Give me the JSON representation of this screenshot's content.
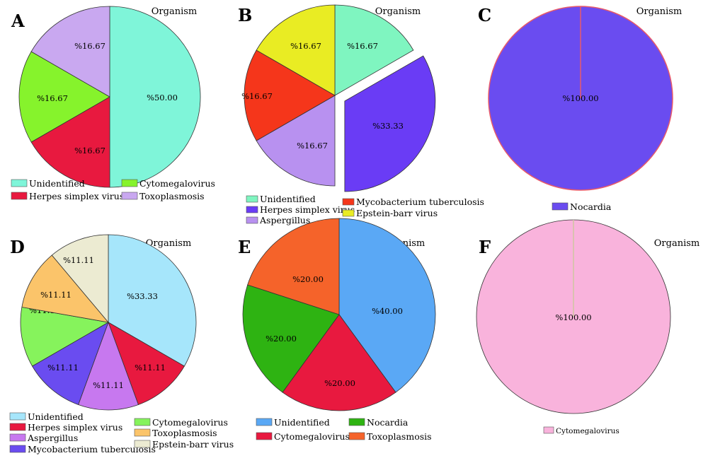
{
  "chart_data": [
    {
      "panel": "A",
      "type": "pie",
      "title": "Organism",
      "slices": [
        {
          "name": "Unidentified",
          "value": 50.0,
          "label": "%50.00",
          "color": "#7ff5d9"
        },
        {
          "name": "Herpes simplex virus",
          "value": 16.67,
          "label": "%16.67",
          "color": "#e8193f"
        },
        {
          "name": "Cytomegalovirus",
          "value": 16.67,
          "label": "%16.67",
          "color": "#86f32c"
        },
        {
          "name": "Toxoplasmosis",
          "value": 16.67,
          "label": "%16.67",
          "color": "#c9a8f0"
        }
      ],
      "legend": [
        "Unidentified",
        "Herpes simplex virus",
        "Cytomegalovirus",
        "Toxoplasmosis"
      ]
    },
    {
      "panel": "B",
      "type": "pie",
      "title": "Organism",
      "slices": [
        {
          "name": "Unidentified",
          "value": 16.67,
          "label": "%16.67",
          "color": "#7ff5c0"
        },
        {
          "name": "Herpes simplex virus",
          "value": 33.33,
          "label": "%33.33",
          "color": "#6a3cf5",
          "exploded": true
        },
        {
          "name": "Aspergillus",
          "value": 16.67,
          "label": "%16.67",
          "color": "#b891f0"
        },
        {
          "name": "Mycobacterium tuberculosis",
          "value": 16.67,
          "label": "%16.67",
          "color": "#f5361b"
        },
        {
          "name": "Epstein-barr virus",
          "value": 16.67,
          "label": "%16.67",
          "color": "#e9ec23"
        }
      ],
      "legend": [
        "Unidentified",
        "Herpes simplex virus",
        "Aspergillus",
        "Mycobacterium tuberculosis",
        "Epstein-barr virus"
      ]
    },
    {
      "panel": "C",
      "type": "pie",
      "title": "Organism",
      "slices": [
        {
          "name": "Nocardia",
          "value": 100.0,
          "label": "%100.00",
          "color": "#6a4cf0"
        }
      ],
      "legend": [
        "Nocardia"
      ]
    },
    {
      "panel": "D",
      "type": "pie",
      "title": "Organism",
      "slices": [
        {
          "name": "Unidentified",
          "value": 33.33,
          "label": "%33.33",
          "color": "#a6e6fb"
        },
        {
          "name": "Herpes simplex virus",
          "value": 11.11,
          "label": "%11.11",
          "color": "#e8193f"
        },
        {
          "name": "Aspergillus",
          "value": 11.11,
          "label": "%11.11",
          "color": "#c778ef"
        },
        {
          "name": "Mycobacterium tuberculosis",
          "value": 11.11,
          "label": "%11.11",
          "color": "#6a4cf0"
        },
        {
          "name": "Cytomegalovirus",
          "value": 11.11,
          "label": "%11.11",
          "color": "#86f35c"
        },
        {
          "name": "Toxoplasmosis",
          "value": 11.11,
          "label": "%11.11",
          "color": "#fbc46a"
        },
        {
          "name": "Epstein-barr virus",
          "value": 11.11,
          "label": "%11.11",
          "color": "#ecebd2"
        }
      ],
      "legend": [
        "Unidentified",
        "Herpes simplex virus",
        "Aspergillus",
        "Mycobacterium tuberculosis",
        "Cytomegalovirus",
        "Toxoplasmosis",
        "Epstein-barr virus"
      ]
    },
    {
      "panel": "E",
      "type": "pie",
      "title": "Organism",
      "slices": [
        {
          "name": "Unidentified",
          "value": 40.0,
          "label": "%40.00",
          "color": "#5aa8f5"
        },
        {
          "name": "Cytomegalovirus",
          "value": 20.0,
          "label": "%20.00",
          "color": "#e8193f"
        },
        {
          "name": "Nocardia",
          "value": 20.0,
          "label": "%20.00",
          "color": "#2eb312"
        },
        {
          "name": "Toxoplasmosis",
          "value": 20.0,
          "label": "%20.00",
          "color": "#f5632a"
        }
      ],
      "legend": [
        "Unidentified",
        "Nocardia",
        "Cytomegalovirus",
        "Toxoplasmosis"
      ]
    },
    {
      "panel": "F",
      "type": "pie",
      "title": "Organism",
      "slices": [
        {
          "name": "Cytomegalovirus",
          "value": 100.0,
          "label": "%100.00",
          "color": "#f9b3dc"
        }
      ],
      "legend": [
        "Cytomegalovirus"
      ]
    }
  ]
}
